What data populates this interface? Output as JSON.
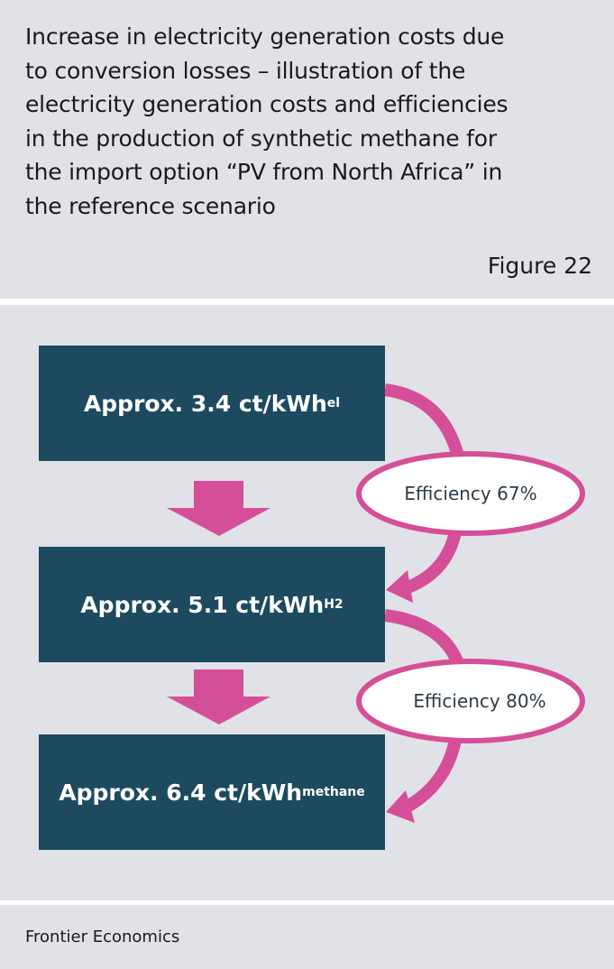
{
  "header": {
    "title": "Increase in electricity generation costs due to conversion losses – illustration of the electricity generation costs and efficiencies in the production of synthetic methane for the import option “PV from North Africa” in the reference scenario",
    "figure": "Figure 22"
  },
  "boxes": [
    {
      "label": "Approx. 3.4 ct/kWh",
      "sub": "el"
    },
    {
      "label": "Approx. 5.1 ct/kWh",
      "sub": "H2"
    },
    {
      "label": "Approx. 6.4  ct/kWh",
      "sub": "methane"
    }
  ],
  "efficiencies": [
    {
      "label": "Efficiency 67%"
    },
    {
      "label": "Efficiency 80%"
    }
  ],
  "footer": {
    "source": "Frontier Economics"
  },
  "colors": {
    "box": "#1d4a5f",
    "accent": "#d44f98",
    "panel": "#e1e2e7"
  }
}
